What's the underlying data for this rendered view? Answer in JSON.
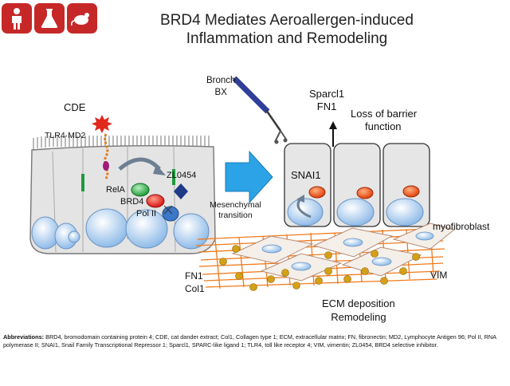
{
  "title": {
    "line1": "BRD4 Mediates Aeroallergen-induced",
    "line2": "Inflammation and Remodeling"
  },
  "badges": [
    {
      "icon": "human-figure-icon"
    },
    {
      "icon": "flask-icon"
    },
    {
      "icon": "mouse-icon"
    }
  ],
  "left_panel": {
    "cde": "CDE",
    "receptor": "TLR4·MD2",
    "rela": "RelA",
    "brd4": "BRD4",
    "pol2": "Pol II",
    "inhibitor": "ZL0454"
  },
  "bronch": {
    "line1": "Bronch",
    "line2": "BX"
  },
  "transition": {
    "line1": "Mesenchymal",
    "line2": "transition"
  },
  "right_panel": {
    "sparcl1": "Sparcl1",
    "fn1_top": "FN1",
    "barrier_line1": "Loss of barrier",
    "barrier_line2": "function",
    "snai1": "SNAI1",
    "myofibroblast": "myofibroblast",
    "fn1_bottom": "FN1",
    "col1": "Col1",
    "vim": "VIM",
    "ecm_line1": "ECM deposition",
    "ecm_line2": "Remodeling"
  },
  "abbreviations": {
    "label": "Abbreviations:",
    "text": " BRD4, bromodomain containing protein 4; CDE, cat dander extract; Col1, Collagen type 1; ECM, extracellular matrix; FN, fibronectin; MD2, Lymphocyte Antigen 96; Pol II, RNA polymerase II; SNAI1, Snail Family Transcriptional Repressor 1; Sparcl1, SPARC-like ligand 1; TLR4, toll like receptor 4; VIM, vimentin; ZL0454, BRD4 selective inhibitor."
  },
  "colors": {
    "badge": "#c62828",
    "cell_fill": "#e3e3e3",
    "nucleus": "#9ec5ee",
    "rela": "#22a83c",
    "brd4": "#e11b1b",
    "snai1": "#e84a10",
    "arrow": "#1e9be0",
    "ecm_fiber": "#f07a1c",
    "ecm_dot": "#d4a017",
    "inhibitor": "#1d3b86"
  }
}
